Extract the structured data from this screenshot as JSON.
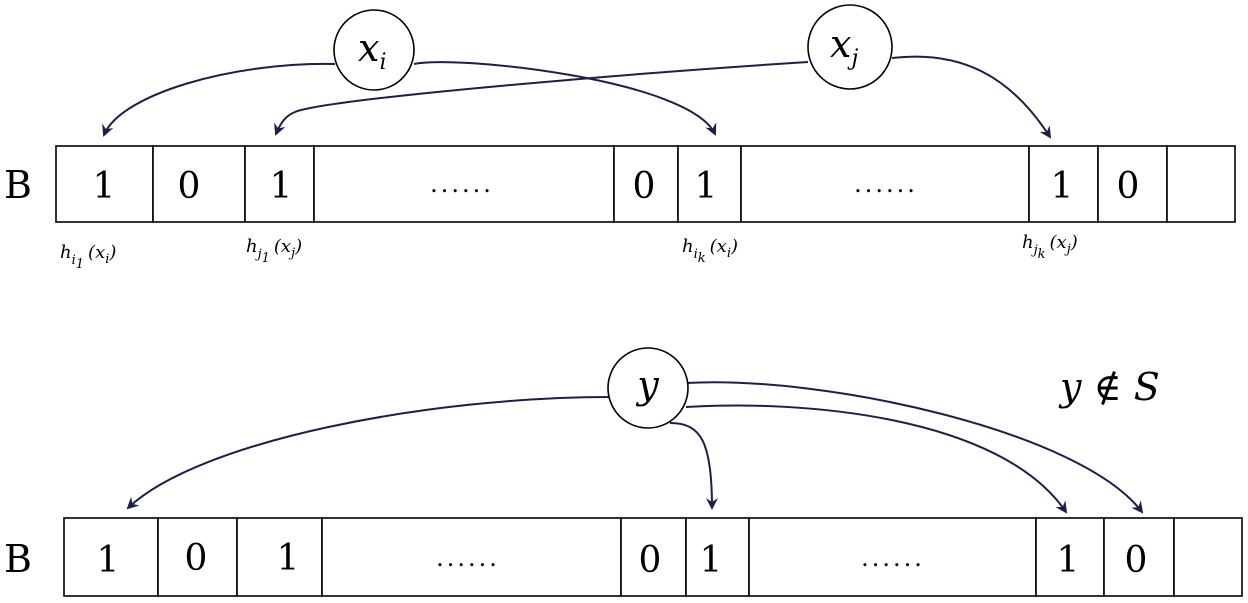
{
  "top": {
    "array_name": "B",
    "cells": [
      "1",
      "0",
      "1",
      "......",
      "0",
      "1",
      "......",
      "1",
      "0",
      ""
    ],
    "nodes": [
      {
        "label": "x",
        "sub": "i"
      },
      {
        "label": "x",
        "sub": "j"
      }
    ],
    "hash_labels": [
      {
        "h": "h",
        "sub1": "i",
        "sub2": "1",
        "arg": "(x",
        "argsub": "i",
        "close": ")"
      },
      {
        "h": "h",
        "sub1": "j",
        "sub2": "1",
        "arg": "(x",
        "argsub": "j",
        "close": ")"
      },
      {
        "h": "h",
        "sub1": "i",
        "sub2": "k",
        "arg": "(x",
        "argsub": "i",
        "close": ")"
      },
      {
        "h": "h",
        "sub1": "j",
        "sub2": "k",
        "arg": "(x",
        "argsub": "j",
        "close": ")"
      }
    ]
  },
  "bottom": {
    "array_name": "B",
    "cells": [
      "1",
      "0",
      "1",
      "......",
      "0",
      "1",
      "......",
      "1",
      "0",
      ""
    ],
    "node": {
      "label": "y"
    },
    "note": "y ∉ S"
  },
  "colors": {
    "edge": "#1b1f4a",
    "stroke": "#000000"
  }
}
